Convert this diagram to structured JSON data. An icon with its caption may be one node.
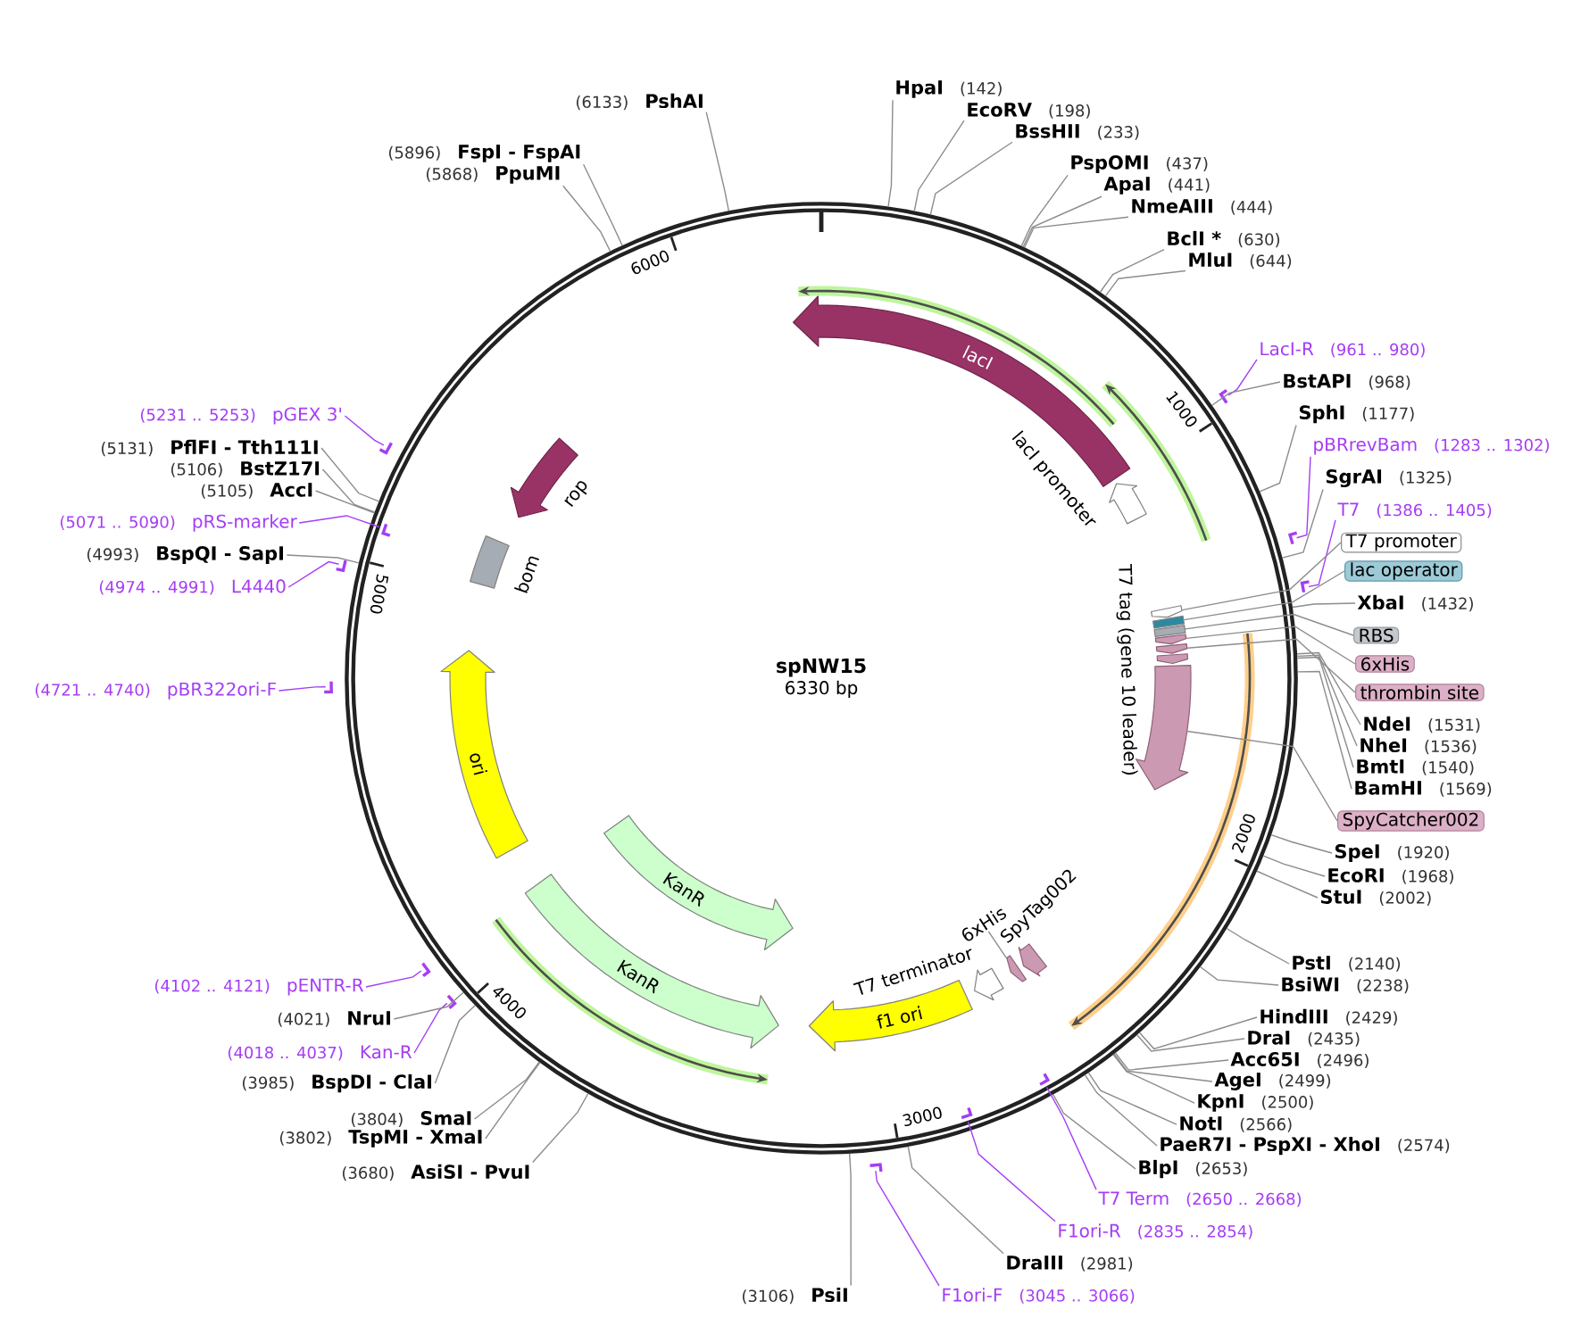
{
  "diagram": {
    "nodes": [
      {
        "text": [
          "spNW15",
          "6330 bp"
        ]
      },
      {
        "text": [
          "lacI"
        ],
        "in": 0
      },
      {
        "text": [
          "lacI promoter"
        ],
        "in": 0
      },
      {
        "text": [
          "rop"
        ],
        "in": 0
      },
      {
        "text": [
          "bom"
        ],
        "in": 0
      },
      {
        "text": [
          "ori"
        ],
        "in": 0
      },
      {
        "text": [
          "KanR"
        ],
        "in": 0
      },
      {
        "text": [
          "KanR"
        ],
        "in": 0
      },
      {
        "text": [
          "f1 ori"
        ],
        "in": 0
      },
      {
        "text": [
          "T7 terminator"
        ],
        "in": 0
      },
      {
        "text": [],
        "shape": "arrow",
        "in": 0
      },
      {
        "text": [
          "SpyTag002"
        ],
        "in": 0
      },
      {
        "text": [
          "6xHis"
        ],
        "in": 0
      },
      {
        "text": [],
        "shape": "arrow",
        "in": 0
      },
      {
        "text": [],
        "shape": "box",
        "in": 0
      },
      {
        "text": [],
        "shape": "box",
        "in": 0
      },
      {
        "text": [],
        "shape": "arrow",
        "in": 0
      },
      {
        "text": [],
        "shape": "arrow",
        "in": 0
      },
      {
        "text": [
          "T7 tag (gene 10 leader)"
        ],
        "in": 0
      },
      {
        "text": [],
        "shape": "arrow",
        "in": 0
      },
      {
        "text": [
          "HpaI",
          "(142)"
        ]
      },
      {
        "text": [
          "EcoRV",
          "(198)"
        ]
      },
      {
        "text": [
          "BssHII",
          "(233)"
        ]
      },
      {
        "text": [
          "PspOMI",
          "(437)"
        ]
      },
      {
        "text": [
          "ApaI",
          "(441)"
        ]
      },
      {
        "text": [
          "NmeAIII",
          "(444)"
        ]
      },
      {
        "text": [
          "BclI *",
          "(630)"
        ]
      },
      {
        "text": [
          "MluI",
          "(644)"
        ]
      },
      {
        "text": [
          "LacI-R",
          "(961 .. 980)"
        ]
      },
      {
        "text": [],
        "shape": "bar"
      },
      {
        "text": [
          "BstAPI",
          "(968)"
        ]
      },
      {
        "text": [
          "SphI",
          "(1177)"
        ]
      },
      {
        "text": [
          "pBRrevBam",
          "(1283 .. 1302)"
        ]
      },
      {
        "text": [],
        "shape": "bar"
      },
      {
        "text": [
          "SgrAI",
          "(1325)"
        ]
      },
      {
        "text": [
          "T7",
          "(1386 .. 1405)"
        ]
      },
      {
        "text": [],
        "shape": "bar"
      },
      {
        "text": [
          "T7 promoter"
        ]
      },
      {
        "text": [
          "lac operator"
        ]
      },
      {
        "text": [
          "XbaI",
          "(1432)"
        ]
      },
      {
        "text": [
          "RBS"
        ]
      },
      {
        "text": [
          "6xHis"
        ]
      },
      {
        "text": [
          "thrombin site"
        ]
      },
      {
        "text": [
          "NdeI",
          "(1531)"
        ]
      },
      {
        "text": [
          "NheI",
          "(1536)"
        ]
      },
      {
        "text": [
          "BmtI",
          "(1540)"
        ]
      },
      {
        "text": [
          "BamHI",
          "(1569)"
        ]
      },
      {
        "text": [
          "SpyCatcher002"
        ]
      },
      {
        "text": [
          "SpeI",
          "(1920)"
        ]
      },
      {
        "text": [
          "EcoRI",
          "(1968)"
        ]
      },
      {
        "text": [
          "StuI",
          "(2002)"
        ]
      },
      {
        "text": [
          "PstI",
          "(2140)"
        ]
      },
      {
        "text": [
          "BsiWI",
          "(2238)"
        ]
      },
      {
        "text": [
          "HindIII",
          "(2429)"
        ]
      },
      {
        "text": [
          "DraI",
          "(2435)"
        ]
      },
      {
        "text": [
          "Acc65I",
          "(2496)"
        ]
      },
      {
        "text": [
          "AgeI",
          "(2499)"
        ]
      },
      {
        "text": [
          "KpnI",
          "(2500)"
        ]
      },
      {
        "text": [
          "NotI",
          "(2566)"
        ]
      },
      {
        "text": [
          "PaeR7I - PspXI - XhoI",
          "(2574)"
        ]
      },
      {
        "text": [
          "BlpI",
          "(2653)"
        ]
      },
      {
        "text": [
          "T7 Term",
          "(2650 .. 2668)"
        ]
      },
      {
        "text": [],
        "shape": "bar",
        "in": 0
      },
      {
        "text": [
          "F1ori-R",
          "(2835 .. 2854)"
        ]
      },
      {
        "text": [],
        "shape": "bar",
        "in": 0
      },
      {
        "text": [
          "DraIII",
          "(2981)"
        ]
      },
      {
        "text": [
          "F1ori-F",
          "(3045 .. 3066)"
        ]
      },
      {
        "text": [],
        "shape": "bar"
      },
      {
        "text": [
          "(3106)",
          "PsiI"
        ]
      },
      {
        "text": [
          "(3680)",
          "AsiSI - PvuI"
        ]
      },
      {
        "text": [
          "(3802)",
          "TspMI - XmaI"
        ]
      },
      {
        "text": [
          "(3804)",
          "SmaI"
        ]
      },
      {
        "text": [
          "(3985)",
          "BspDI - ClaI"
        ]
      },
      {
        "text": [
          "(4018 .. 4037)",
          "Kan-R"
        ]
      },
      {
        "text": [],
        "shape": "bar"
      },
      {
        "text": [
          "(4021)",
          "NruI"
        ]
      },
      {
        "text": [
          "(4102 .. 4121)",
          "pENTR-R"
        ]
      },
      {
        "text": [],
        "shape": "bar"
      },
      {
        "text": [
          "(4721 .. 4740)",
          "pBR322ori-F"
        ]
      },
      {
        "text": [],
        "shape": "bar"
      },
      {
        "text": [
          "(4974 .. 4991)",
          "L4440"
        ]
      },
      {
        "text": [],
        "shape": "bar"
      },
      {
        "text": [
          "(4993)",
          "BspQI - SapI"
        ]
      },
      {
        "text": [
          "(5071 .. 5090)",
          "pRS-marker"
        ]
      },
      {
        "text": [],
        "shape": "bar",
        "in": 0
      },
      {
        "text": [
          "(5105)",
          "AccI"
        ]
      },
      {
        "text": [
          "(5106)",
          "BstZ17I"
        ]
      },
      {
        "text": [
          "(5131)",
          "PflFI - Tth111I"
        ]
      },
      {
        "text": [
          "(5231 .. 5253)",
          "pGEX 3'"
        ]
      },
      {
        "text": [],
        "shape": "bar"
      },
      {
        "text": [
          "(5868)",
          "PpuMI"
        ]
      },
      {
        "text": [
          "(5896)",
          "FspI - FspAI"
        ]
      },
      {
        "text": [
          "(6133)",
          "PshAI"
        ]
      }
    ],
    "edges": [
      {
        "from": 12,
        "to": 10,
        "arrow": "none"
      },
      {
        "from": 20,
        "to": 0,
        "arrow": "none"
      },
      {
        "from": 21,
        "to": 0,
        "arrow": "none"
      },
      {
        "from": 22,
        "to": 0,
        "arrow": "none"
      },
      {
        "from": 23,
        "to": 0,
        "arrow": "none"
      },
      {
        "from": 24,
        "to": 0,
        "arrow": "none"
      },
      {
        "from": 25,
        "to": 0,
        "arrow": "none"
      },
      {
        "from": 26,
        "to": 0,
        "arrow": "none"
      },
      {
        "from": 27,
        "to": 0,
        "arrow": "none"
      },
      {
        "from": 28,
        "to": 29,
        "arrow": "none",
        "color": "#a53df5"
      },
      {
        "from": 30,
        "to": 0,
        "arrow": "none"
      },
      {
        "from": 31,
        "to": 0,
        "arrow": "none"
      },
      {
        "from": 32,
        "to": 33,
        "arrow": "none",
        "color": "#a53df5"
      },
      {
        "from": 34,
        "to": 0,
        "arrow": "none"
      },
      {
        "from": 35,
        "to": 36,
        "arrow": "none",
        "color": "#a53df5"
      },
      {
        "from": 37,
        "to": 13,
        "arrow": "none"
      },
      {
        "from": 38,
        "to": 14,
        "arrow": "none"
      },
      {
        "from": 39,
        "to": 0,
        "arrow": "none"
      },
      {
        "from": 40,
        "to": 15,
        "arrow": "none"
      },
      {
        "from": 41,
        "to": 16,
        "arrow": "none"
      },
      {
        "from": 42,
        "to": 17,
        "arrow": "none"
      },
      {
        "from": 43,
        "to": 0,
        "arrow": "none"
      },
      {
        "from": 44,
        "to": 0,
        "arrow": "none"
      },
      {
        "from": 45,
        "to": 0,
        "arrow": "none"
      },
      {
        "from": 46,
        "to": 0,
        "arrow": "none"
      },
      {
        "from": 47,
        "to": 19,
        "arrow": "none"
      },
      {
        "from": 48,
        "to": 0,
        "arrow": "none"
      },
      {
        "from": 49,
        "to": 0,
        "arrow": "none"
      },
      {
        "from": 50,
        "to": 0,
        "arrow": "none"
      },
      {
        "from": 51,
        "to": 0,
        "arrow": "none"
      },
      {
        "from": 52,
        "to": 0,
        "arrow": "none"
      },
      {
        "from": 53,
        "to": 0,
        "arrow": "none"
      },
      {
        "from": 54,
        "to": 0,
        "arrow": "none"
      },
      {
        "from": 55,
        "to": 0,
        "arrow": "none"
      },
      {
        "from": 56,
        "to": 0,
        "arrow": "none"
      },
      {
        "from": 57,
        "to": 0,
        "arrow": "none"
      },
      {
        "from": 58,
        "to": 0,
        "arrow": "none"
      },
      {
        "from": 59,
        "to": 0,
        "arrow": "none"
      },
      {
        "from": 60,
        "to": 0,
        "arrow": "none"
      },
      {
        "from": 61,
        "to": 62,
        "arrow": "none",
        "color": "#a53df5"
      },
      {
        "from": 63,
        "to": 64,
        "arrow": "none",
        "color": "#a53df5"
      },
      {
        "from": 65,
        "to": 0,
        "arrow": "none"
      },
      {
        "from": 66,
        "to": 67,
        "arrow": "none",
        "color": "#a53df5"
      },
      {
        "from": 68,
        "to": 0,
        "arrow": "none"
      },
      {
        "from": 69,
        "to": 0,
        "arrow": "none"
      },
      {
        "from": 70,
        "to": 0,
        "arrow": "none"
      },
      {
        "from": 71,
        "to": 0,
        "arrow": "none"
      },
      {
        "from": 72,
        "to": 0,
        "arrow": "none"
      },
      {
        "from": 73,
        "to": 74,
        "arrow": "none",
        "color": "#a53df5"
      },
      {
        "from": 75,
        "to": 0,
        "arrow": "none"
      },
      {
        "from": 76,
        "to": 77,
        "arrow": "none",
        "color": "#a53df5"
      },
      {
        "from": 78,
        "to": 79,
        "arrow": "none",
        "color": "#a53df5"
      },
      {
        "from": 80,
        "to": 81,
        "arrow": "none",
        "color": "#a53df5"
      },
      {
        "from": 82,
        "to": 0,
        "arrow": "none"
      },
      {
        "from": 83,
        "to": 84,
        "arrow": "none",
        "color": "#a53df5"
      },
      {
        "from": 85,
        "to": 0,
        "arrow": "none"
      },
      {
        "from": 86,
        "to": 0,
        "arrow": "none"
      },
      {
        "from": 87,
        "to": 0,
        "arrow": "none"
      },
      {
        "from": 88,
        "to": 89,
        "arrow": "none",
        "color": "#a53df5"
      },
      {
        "from": 90,
        "to": 0,
        "arrow": "none"
      },
      {
        "from": 91,
        "to": 0,
        "arrow": "none"
      },
      {
        "from": 92,
        "to": 0,
        "arrow": "none"
      }
    ],
    "labels": [
      "1000",
      "2000",
      "3000",
      "4000",
      "5000",
      "6000"
    ]
  }
}
